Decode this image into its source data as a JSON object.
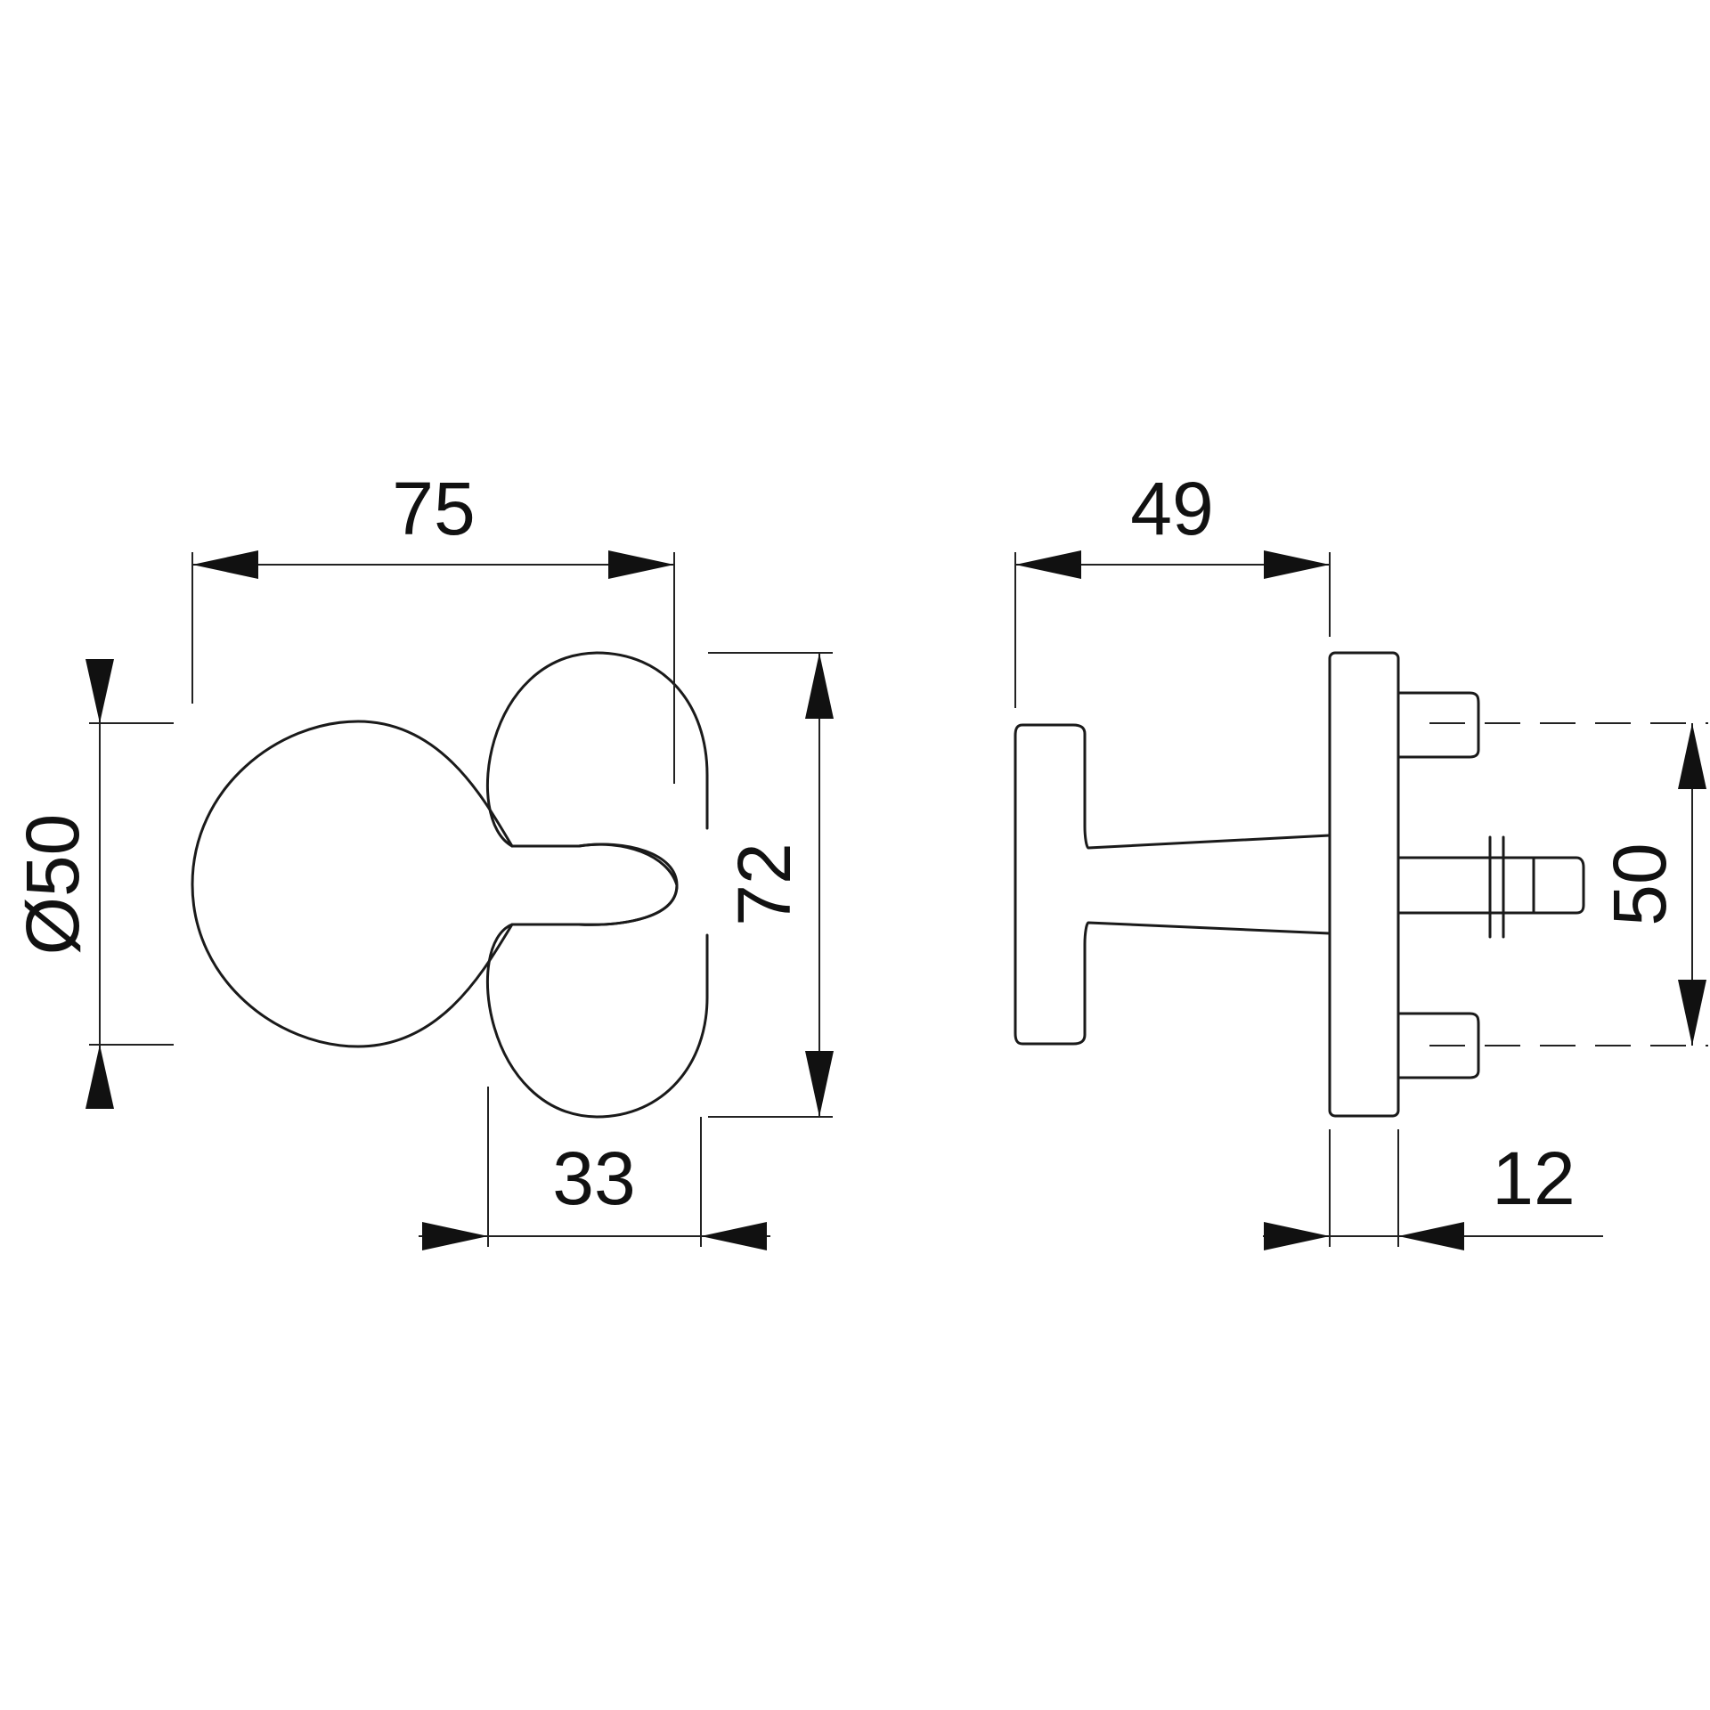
{
  "dimensions": {
    "overall_width": "75",
    "rosette_width": "33",
    "knob_diameter": "Ø50",
    "rosette_height": "72",
    "projection": "49",
    "rosette_thickness": "12",
    "fixing_spacing": "50"
  },
  "colors": {
    "line": "#1a1a1a",
    "background": "#ffffff"
  }
}
